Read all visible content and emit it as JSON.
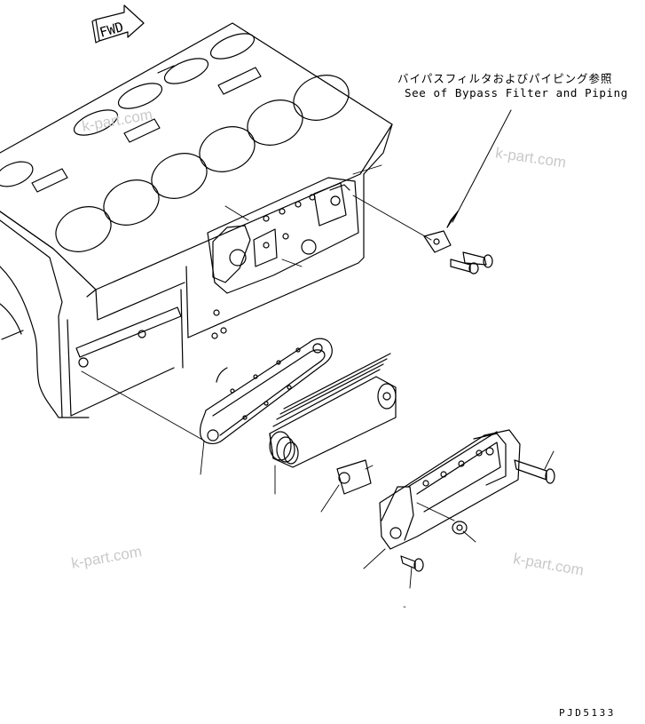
{
  "fwd_label": "FWD",
  "note_jp": "バイパスフィルタおよびパイピング参照",
  "note_en": "See of Bypass Filter and Piping",
  "watermark": "k-part.com",
  "drawing_number": "PJD5133",
  "small_mark": "-"
}
